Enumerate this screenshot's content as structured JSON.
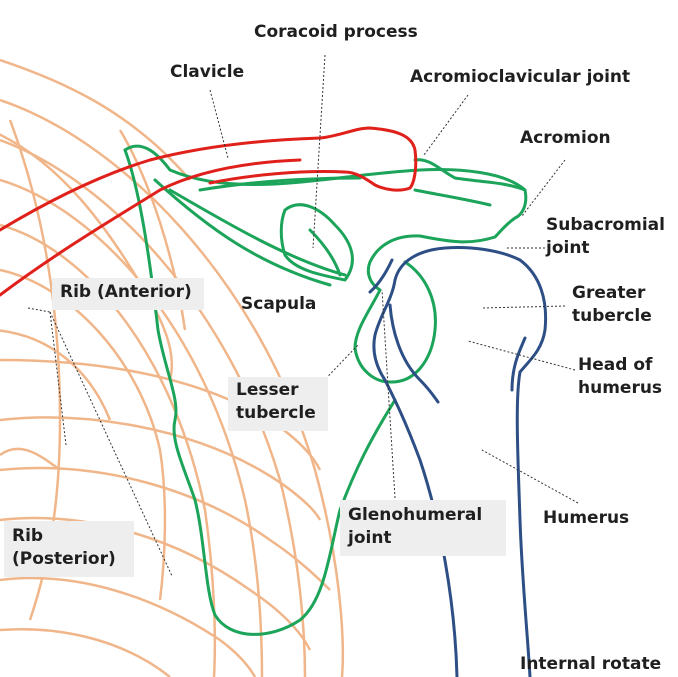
{
  "diagram": {
    "colors": {
      "rib": "#f0b68a",
      "clavicle": "#e0201b",
      "scapula": "#1ca45a",
      "humerus": "#2d4f86",
      "leader": "#333333",
      "label_box": "#eeeeee"
    },
    "labels": {
      "coracoid_process": "Coracoid process",
      "clavicle": "Clavicle",
      "acromioclavicular_joint": "Acromioclavicular joint",
      "acromion": "Acromion",
      "subacromial_joint_1": "Subacromial",
      "subacromial_joint_2": "joint",
      "rib_anterior": "Rib (Anterior)",
      "scapula": "Scapula",
      "greater_tubercle_1": "Greater",
      "greater_tubercle_2": "tubercle",
      "head_of_humerus_1": "Head of",
      "head_of_humerus_2": "humerus",
      "lesser_tubercle_1": "Lesser",
      "lesser_tubercle_2": "tubercle",
      "glenohumeral_joint_1": "Glenohumeral",
      "glenohumeral_joint_2": "joint",
      "humerus": "Humerus",
      "rib_posterior_1": "Rib",
      "rib_posterior_2": "(Posterior)",
      "internal_rotate": "Internal rotate"
    }
  }
}
